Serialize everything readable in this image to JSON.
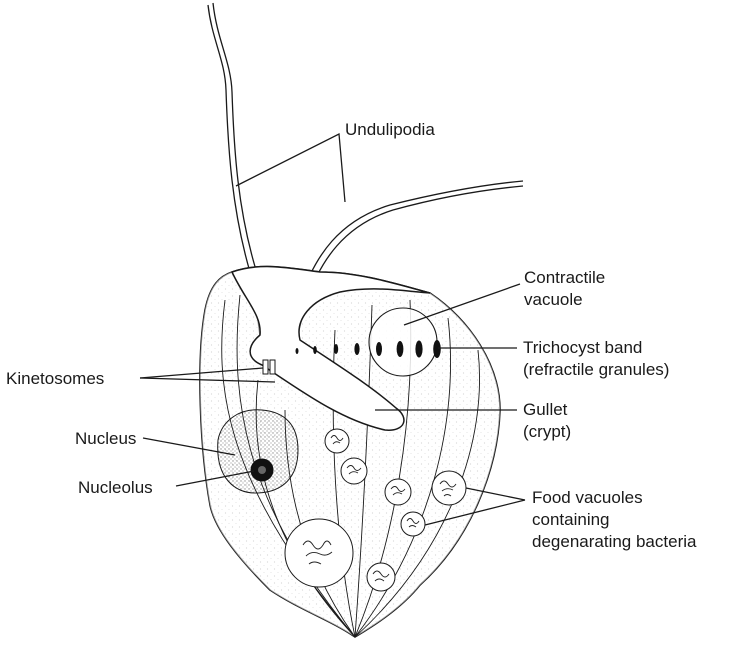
{
  "labels": {
    "undulipodia": "Undulipodia",
    "contractile_vacuole": [
      "Contractile",
      "vacuole"
    ],
    "trichocyst_band": [
      "Trichocyst band",
      "(refractile granules)"
    ],
    "kinetosomes": "Kinetosomes",
    "gullet": [
      "Gullet",
      "(crypt)"
    ],
    "nucleus": "Nucleus",
    "nucleolus": "Nucleolus",
    "food_vacuoles": [
      "Food vacuoles",
      "containing",
      "degenarating bacteria"
    ]
  },
  "colors": {
    "ink": "#1a1a1a",
    "background": "#ffffff"
  }
}
